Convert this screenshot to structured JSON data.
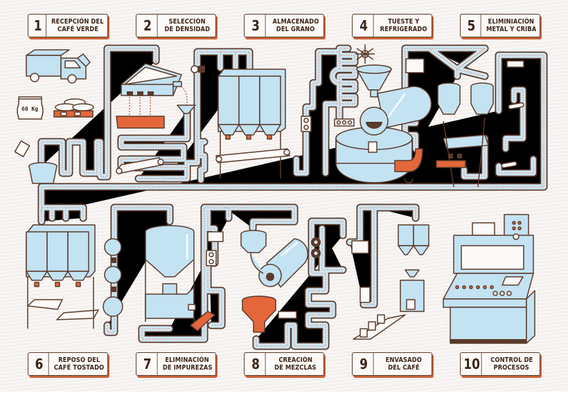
{
  "diagram": {
    "kind": "coffee processing plant illustration",
    "colors": {
      "outline": "#5a3a2a",
      "pipe_fill": "#cfe6f3",
      "machine_fill": "#c3e2f2",
      "accent_orange": "#e3673a",
      "label_shadow": "#c9643a",
      "label_text": "#3b2418",
      "background": "#f4f0ee"
    },
    "steps": [
      {
        "number": "1",
        "line1": "RECEPCIÓN DEL",
        "line2": "CAFÉ VERDE"
      },
      {
        "number": "2",
        "line1": "SELECCIÓN",
        "line2": "DE DENSIDAD"
      },
      {
        "number": "3",
        "line1": "ALMACENADO",
        "line2": "DEL GRANO"
      },
      {
        "number": "4",
        "line1": "TUESTE Y",
        "line2": "REFRIGERADO"
      },
      {
        "number": "5",
        "line1": "ELIMINIACIÓN",
        "line2": "METAL Y CRIBA"
      },
      {
        "number": "6",
        "line1": "REPOSO DEL",
        "line2": "CAFÉ TOSTADO"
      },
      {
        "number": "7",
        "line1": "ELIMINACIÓN",
        "line2": "DE IMPUREZAS"
      },
      {
        "number": "8",
        "line1": "CREACIÓN",
        "line2": "DE MEZCLAS"
      },
      {
        "number": "9",
        "line1": "ENVASADO",
        "line2": "DEL CAFÉ"
      },
      {
        "number": "10",
        "line1": "CONTROL DE",
        "line2": "PROCESOS"
      }
    ],
    "sack_label": "60 Kg"
  }
}
